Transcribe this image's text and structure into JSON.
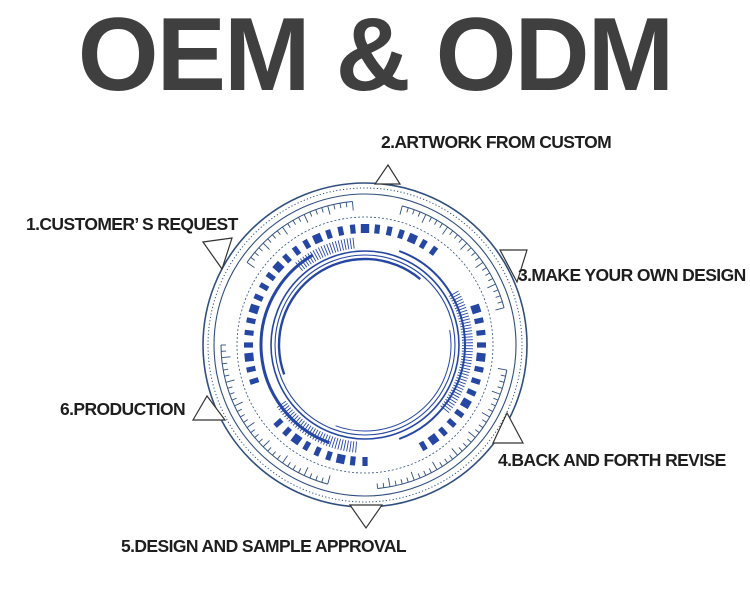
{
  "title": "OEM & ODM",
  "steps": [
    {
      "label": "1.CUSTOMER’ S REQUEST"
    },
    {
      "label": "2.ARTWORK FROM CUSTOM"
    },
    {
      "label": "3.MAKE YOUR OWN DESIGN"
    },
    {
      "label": "4.BACK AND FORTH REVISE"
    },
    {
      "label": "5.DESIGN AND SAMPLE  APPROVAL"
    },
    {
      "label": "6.PRODUCTION"
    }
  ],
  "colors": {
    "title": "#3f3f3f",
    "ring_outer": "#2f4f7f",
    "ring_inner": "#2547a3",
    "label": "#1e1e1e"
  },
  "icons": {
    "marker": "triangle-marker-icon"
  }
}
